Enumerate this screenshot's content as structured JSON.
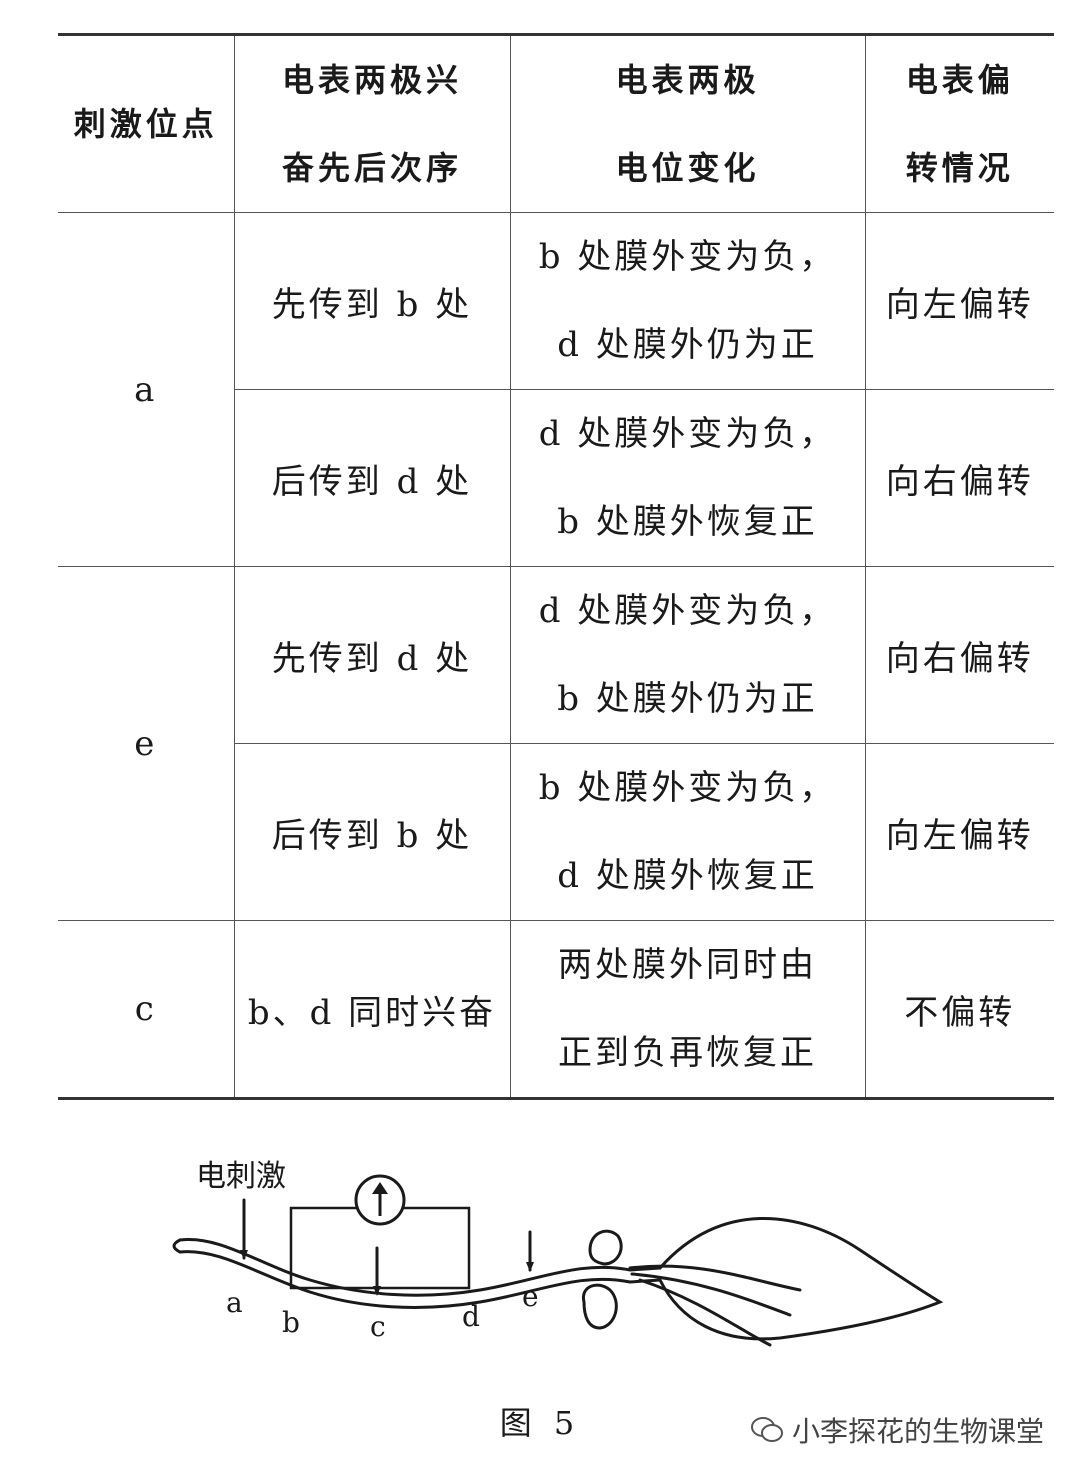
{
  "table": {
    "headers": [
      {
        "lines": [
          "刺激位点"
        ]
      },
      {
        "lines": [
          "电表两极兴",
          "奋先后次序"
        ]
      },
      {
        "lines": [
          "电表两极",
          "电位变化"
        ]
      },
      {
        "lines": [
          "电表偏",
          "转情况"
        ]
      }
    ],
    "groups": [
      {
        "site": "a",
        "rows": [
          {
            "order": "先传到 b 处",
            "change": [
              "b 处膜外变为负，",
              "d 处膜外仍为正"
            ],
            "deflection": "向左偏转"
          },
          {
            "order": "后传到 d 处",
            "change": [
              "d 处膜外变为负，",
              "b 处膜外恢复正"
            ],
            "deflection": "向右偏转"
          }
        ]
      },
      {
        "site": "e",
        "rows": [
          {
            "order": "先传到 d 处",
            "change": [
              "d 处膜外变为负，",
              "b 处膜外仍为正"
            ],
            "deflection": "向右偏转"
          },
          {
            "order": "后传到 b 处",
            "change": [
              "b 处膜外变为负，",
              "d 处膜外恢复正"
            ],
            "deflection": "向左偏转"
          }
        ]
      },
      {
        "site": "c",
        "rows": [
          {
            "order": "b、d 同时兴奋",
            "change": [
              "两处膜外同时由",
              "正到负再恢复正"
            ],
            "deflection": "不偏转"
          }
        ]
      }
    ]
  },
  "figure": {
    "stimulus_label": "电刺激",
    "point_labels": [
      "a",
      "b",
      "c",
      "d",
      "e"
    ],
    "caption": "图 5"
  },
  "watermark": {
    "icon": "wechat-icon",
    "text": "小李探花的生物课堂"
  }
}
